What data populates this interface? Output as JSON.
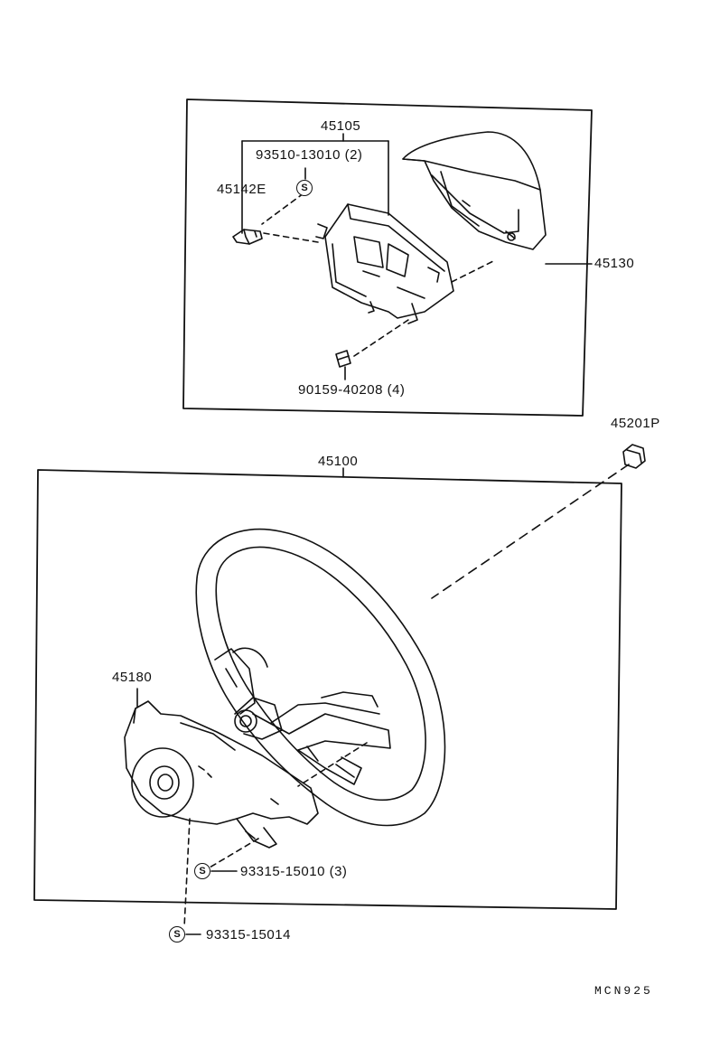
{
  "diagram": {
    "upper_group": {
      "assembly": "45105",
      "screw": "93510-13010 (2)",
      "screw_mark": "S",
      "clip": "45142E",
      "pad": "45130",
      "bolt": "90159-40208 (4)"
    },
    "lower_group": {
      "wheel": "45100",
      "nut": "45201P",
      "cover": "45180",
      "screw_a": "93315-15010 (3)",
      "screw_a_mark": "S",
      "screw_b": "93315-15014",
      "screw_b_mark": "S"
    },
    "reference_code": "MCN925"
  }
}
